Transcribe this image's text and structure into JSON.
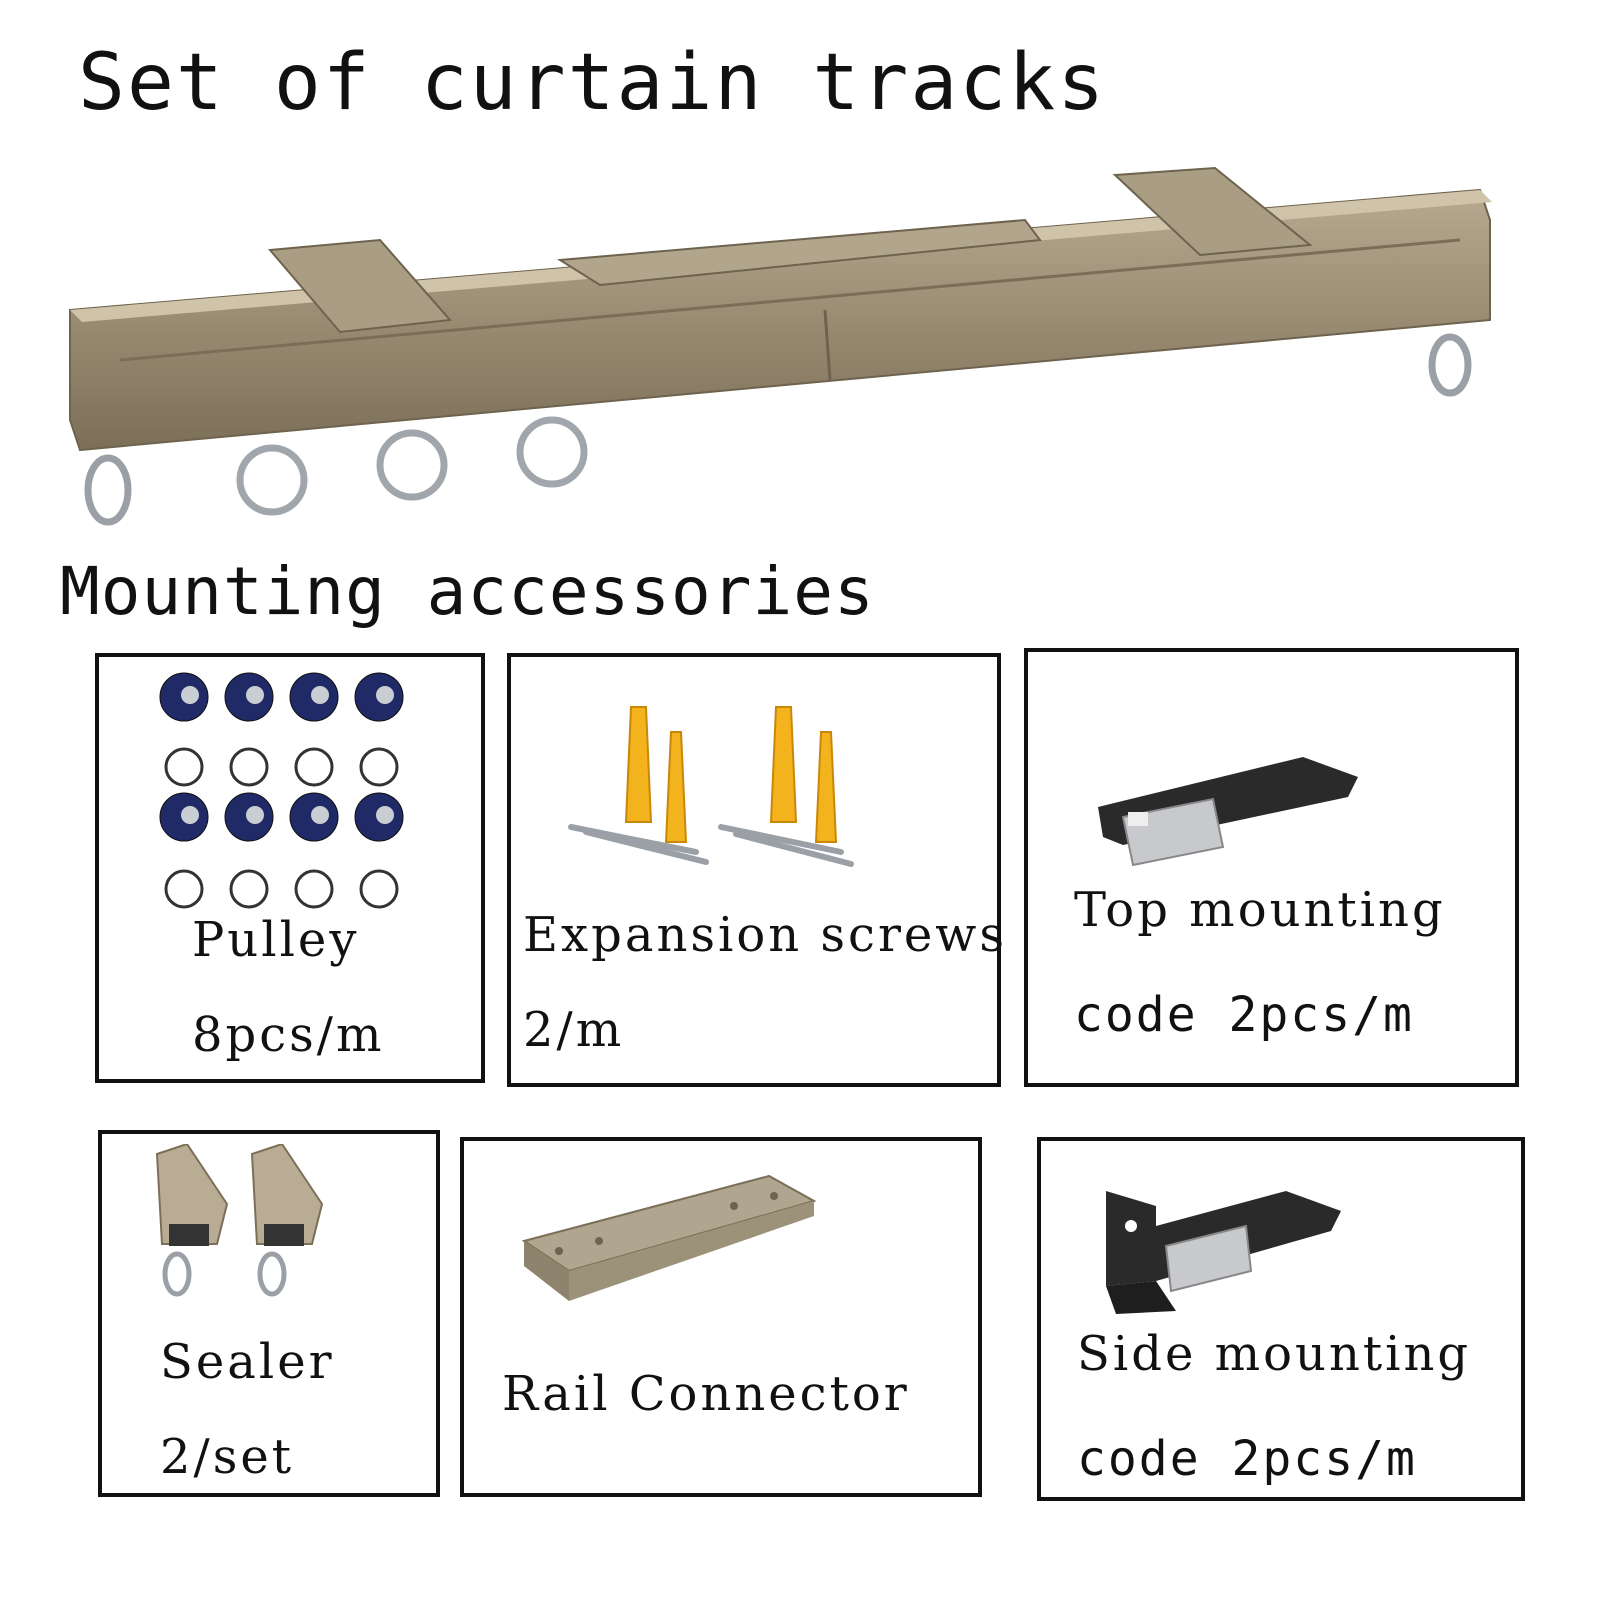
{
  "title": "Set of curtain tracks",
  "subtitle": "Mounting accessories",
  "items": {
    "pulley": {
      "name": "Pulley",
      "qty": "8pcs/m"
    },
    "expansion_screws": {
      "name": "Expansion screws",
      "qty": "2/m"
    },
    "top_mounting": {
      "name": "Top mounting",
      "qty": "code 2pcs/m"
    },
    "sealer": {
      "name": "Sealer",
      "qty": "2/set"
    },
    "rail_connector": {
      "name": "Rail Connector"
    },
    "side_mounting": {
      "name": "Side mounting",
      "qty": "code 2pcs/m"
    }
  },
  "colors": {
    "track_bronze": "#9a8c72",
    "pulley_blue": "#1f2a66",
    "anchor_yellow": "#f2b31c",
    "bracket_dark": "#2a2a2a"
  }
}
